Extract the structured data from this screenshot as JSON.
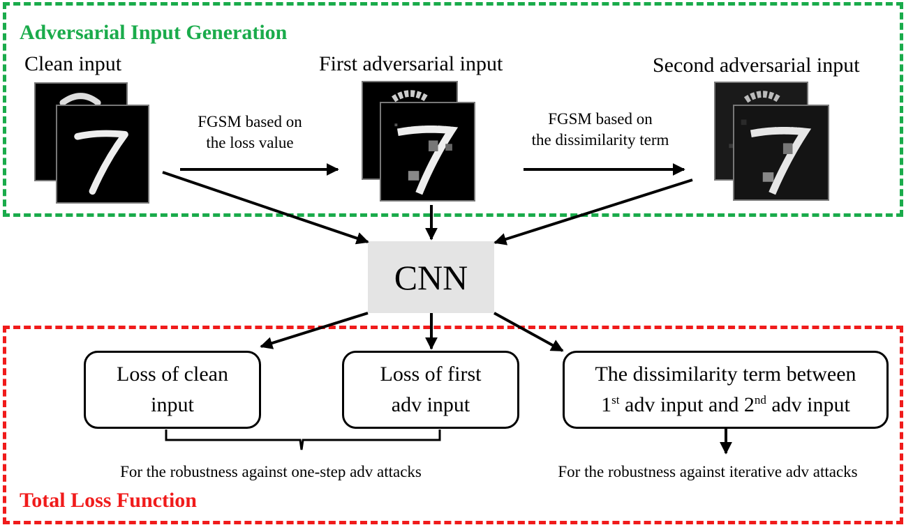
{
  "top_section": {
    "title": "Adversarial Input Generation"
  },
  "bottom_section": {
    "title": "Total Loss Function"
  },
  "inputs": {
    "clean": "Clean input",
    "first_adv": "First adversarial input",
    "second_adv": "Second adversarial input"
  },
  "edges": {
    "fgsm_loss_line1": "FGSM based on",
    "fgsm_loss_line2": "the loss value",
    "fgsm_dis_line1": "FGSM based on",
    "fgsm_dis_line2": "the dissimilarity term"
  },
  "cnn": {
    "label": "CNN"
  },
  "loss_boxes": {
    "clean_line1": "Loss of clean",
    "clean_line2": "input",
    "first_line1": "Loss of first",
    "first_line2": "adv input",
    "dis_line1": "The dissimilarity term between",
    "dis_ord1": "1",
    "dis_sup1": "st",
    "dis_mid": " adv input and 2",
    "dis_sup2": "nd",
    "dis_end": " adv input"
  },
  "notes": {
    "one_step": "For the robustness against one-step adv attacks",
    "iterative": "For the robustness against iterative adv attacks"
  },
  "colors": {
    "top_border": "#1aab4b",
    "bottom_border": "#f01b1b",
    "cnn_fill": "#e4e4e4"
  }
}
